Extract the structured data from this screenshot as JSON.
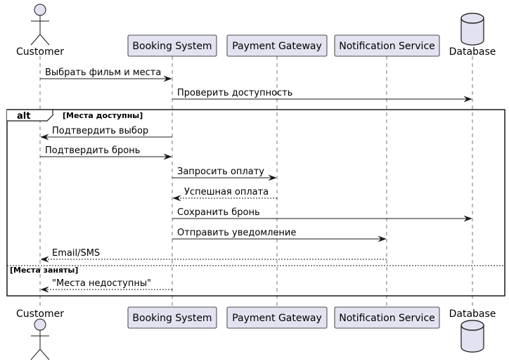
{
  "participants": [
    {
      "id": "customer",
      "label": "Customer",
      "kind": "actor"
    },
    {
      "id": "booking",
      "label": "Booking System",
      "kind": "participant"
    },
    {
      "id": "payment",
      "label": "Payment Gateway",
      "kind": "participant"
    },
    {
      "id": "notification",
      "label": "Notification Service",
      "kind": "participant"
    },
    {
      "id": "database",
      "label": "Database",
      "kind": "database"
    }
  ],
  "messages": [
    {
      "from": "customer",
      "to": "booking",
      "label": "Выбрать фильм и места",
      "style": "solid"
    },
    {
      "from": "booking",
      "to": "database",
      "label": "Проверить доступность",
      "style": "solid"
    },
    {
      "from": "booking",
      "to": "customer",
      "label": "Подтвердить выбор",
      "style": "solid"
    },
    {
      "from": "customer",
      "to": "booking",
      "label": "Подтвердить бронь",
      "style": "solid"
    },
    {
      "from": "booking",
      "to": "payment",
      "label": "Запросить оплату",
      "style": "solid"
    },
    {
      "from": "payment",
      "to": "booking",
      "label": "Успешная оплата",
      "style": "dashed"
    },
    {
      "from": "booking",
      "to": "database",
      "label": "Сохранить бронь",
      "style": "solid"
    },
    {
      "from": "booking",
      "to": "notification",
      "label": "Отправить уведомление",
      "style": "solid"
    },
    {
      "from": "notification",
      "to": "customer",
      "label": "Email/SMS",
      "style": "dashed"
    },
    {
      "from": "booking",
      "to": "customer",
      "label": "\"Места недоступны\"",
      "style": "dashed"
    }
  ],
  "fragment": {
    "keyword": "alt",
    "guard1": "[Места доступны]",
    "guard2": "[Места заняты]"
  },
  "colors": {
    "participant_fill": "#E2E2F0",
    "participant_stroke": "#181818",
    "lifeline": "#181818",
    "arrow": "#181818",
    "background": "#FFFFFF"
  }
}
